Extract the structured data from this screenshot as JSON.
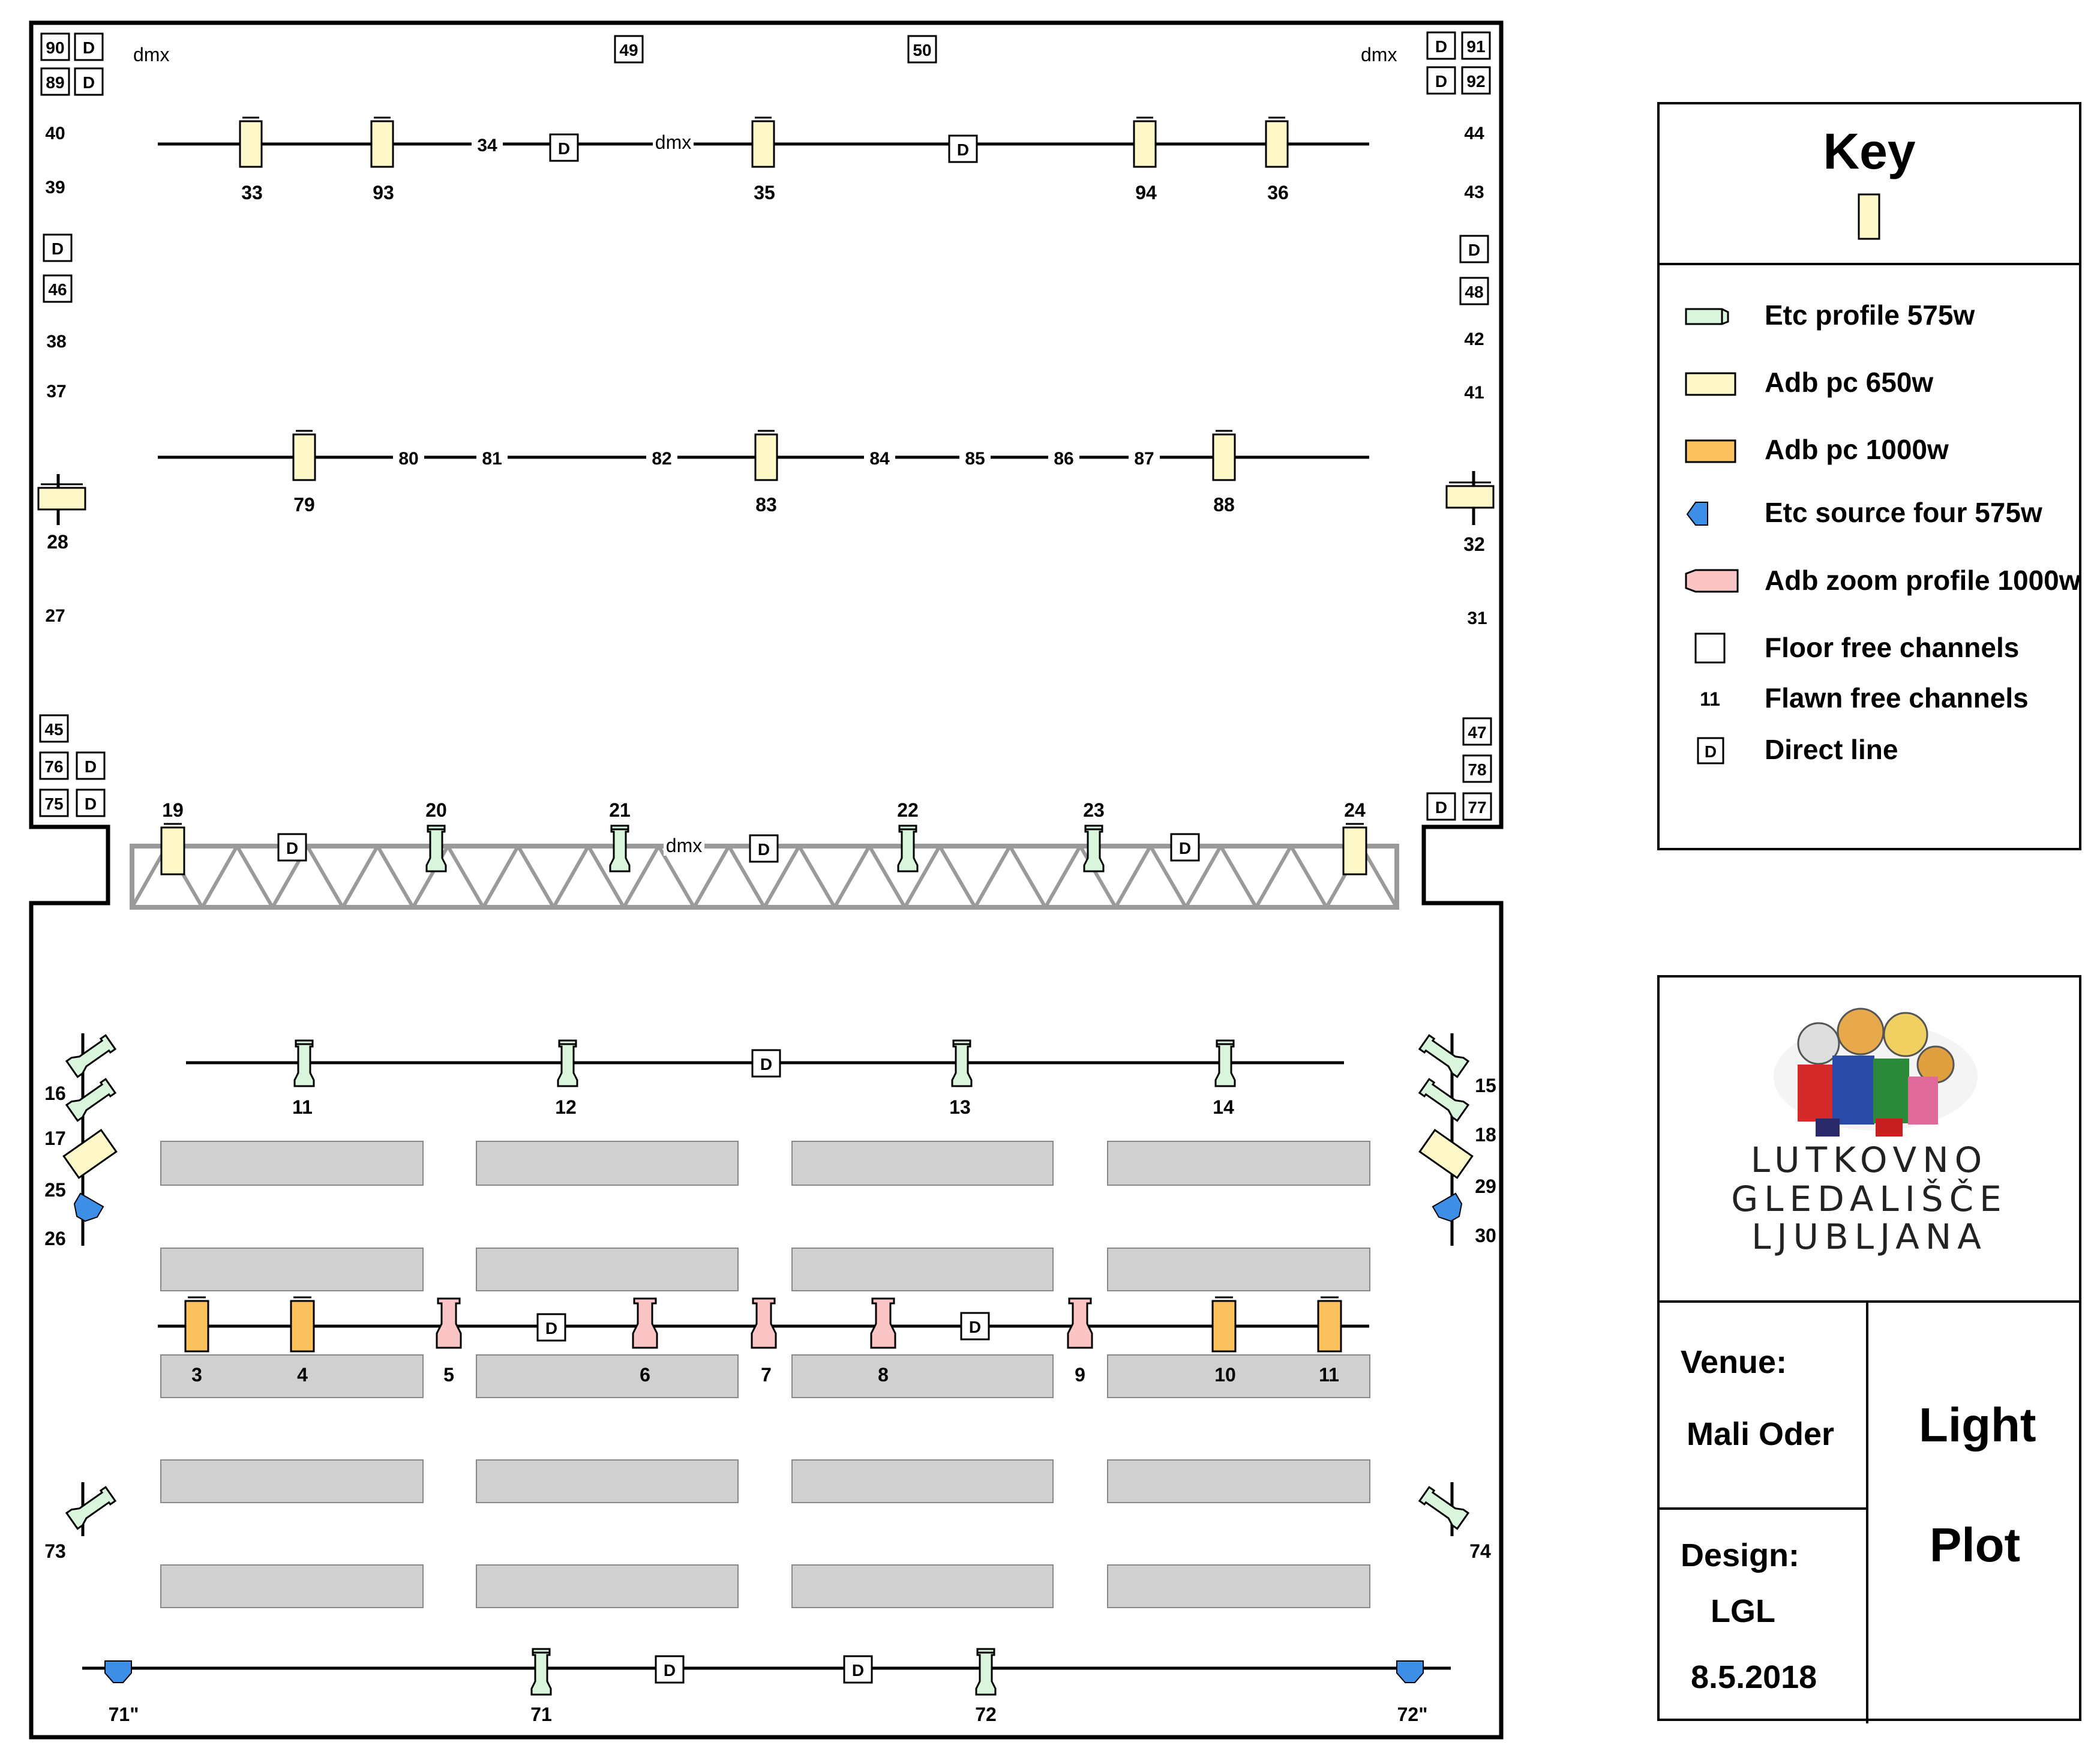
{
  "plot": {
    "dmx_label": "dmx",
    "direct_label": "D",
    "top_boxes": [
      "49",
      "50"
    ],
    "left_top_stack": [
      [
        "90",
        "D"
      ],
      [
        "89",
        "D"
      ]
    ],
    "right_top_stack": [
      [
        "D",
        "91"
      ],
      [
        "D",
        "92"
      ]
    ],
    "left_side_upper": [
      "40",
      "39"
    ],
    "right_side_upper": [
      "44",
      "43"
    ],
    "left_box_46": "46",
    "right_box_48": "48",
    "left_side_mid": [
      "38",
      "37"
    ],
    "right_side_mid": [
      "42",
      "41"
    ],
    "left_28": "28",
    "right_32": "32",
    "left_27": "27",
    "right_31": "31",
    "left_box_45": "45",
    "right_box_47": "47",
    "left_bottom_stack": [
      [
        "76",
        "D"
      ],
      [
        "75",
        "D"
      ]
    ],
    "right_bottom_stack": [
      [
        "78"
      ],
      [
        "D",
        "77"
      ]
    ],
    "bar1": {
      "fixtures": [
        "33",
        "93",
        "35",
        "94",
        "36"
      ],
      "free": [
        "34"
      ]
    },
    "bar2": {
      "fixtures": [
        "79",
        "83",
        "88"
      ],
      "free": [
        "80",
        "81",
        "82",
        "84",
        "85",
        "86",
        "87"
      ]
    },
    "truss": {
      "fixtures": [
        "19",
        "20",
        "21",
        "22",
        "23",
        "24"
      ]
    },
    "fohbar1": {
      "fixtures": [
        "11",
        "12",
        "13",
        "14"
      ]
    },
    "fohbar2": {
      "fixtures": [
        "3",
        "4",
        "5",
        "6",
        "7",
        "8",
        "9",
        "10",
        "11"
      ]
    },
    "sides": {
      "left": [
        "16",
        "17",
        "25",
        "26"
      ],
      "right": [
        "15",
        "18",
        "29",
        "30"
      ],
      "left_low": "73",
      "right_low": "74"
    },
    "bottombar": {
      "fixtures": [
        "71\"",
        "71",
        "72",
        "72\""
      ]
    }
  },
  "key": {
    "title": "Key",
    "items": [
      {
        "label": "Etc profile 575w",
        "icon": "etc-profile-icon",
        "color": "#d9f5dc"
      },
      {
        "label": "Adb pc 650w",
        "icon": "adb-pc-650-icon",
        "color": "#fff8c8"
      },
      {
        "label": "Adb pc 1000w",
        "icon": "adb-pc-1000-icon",
        "color": "#fcc25f"
      },
      {
        "label": "Etc source four 575w",
        "icon": "source-four-icon",
        "color": "#3d8ee6"
      },
      {
        "label": "Adb zoom profile 1000w",
        "icon": "adb-zoom-icon",
        "color": "#fbc5c5"
      },
      {
        "label": "Floor free  channels",
        "icon": "floor-channel-icon",
        "color": "#ffffff"
      },
      {
        "label": "Flawn free channels",
        "icon": "flawn-channel-icon",
        "sample": "11"
      },
      {
        "label": "Direct line",
        "icon": "direct-line-icon",
        "sample": "D"
      }
    ]
  },
  "titleblock": {
    "logo_lines": [
      "LUTKOVNO",
      "GLEDALIŠČE",
      "LJUBLJANA"
    ],
    "venue_label": "Venue:",
    "venue": "Mali Oder",
    "design_label": "Design:",
    "designer": "LGL",
    "date": "8.5.2018",
    "title_line1": "Light",
    "title_line2": "Plot"
  },
  "colors": {
    "etc_profile": "#d9f5dc",
    "adb_pc_650": "#fff8c8",
    "adb_pc_1000": "#fcc25f",
    "source_four": "#3d8ee6",
    "adb_zoom": "#fbc5c5",
    "seat": "#d0d0d0",
    "truss": "#9a9a9a"
  }
}
